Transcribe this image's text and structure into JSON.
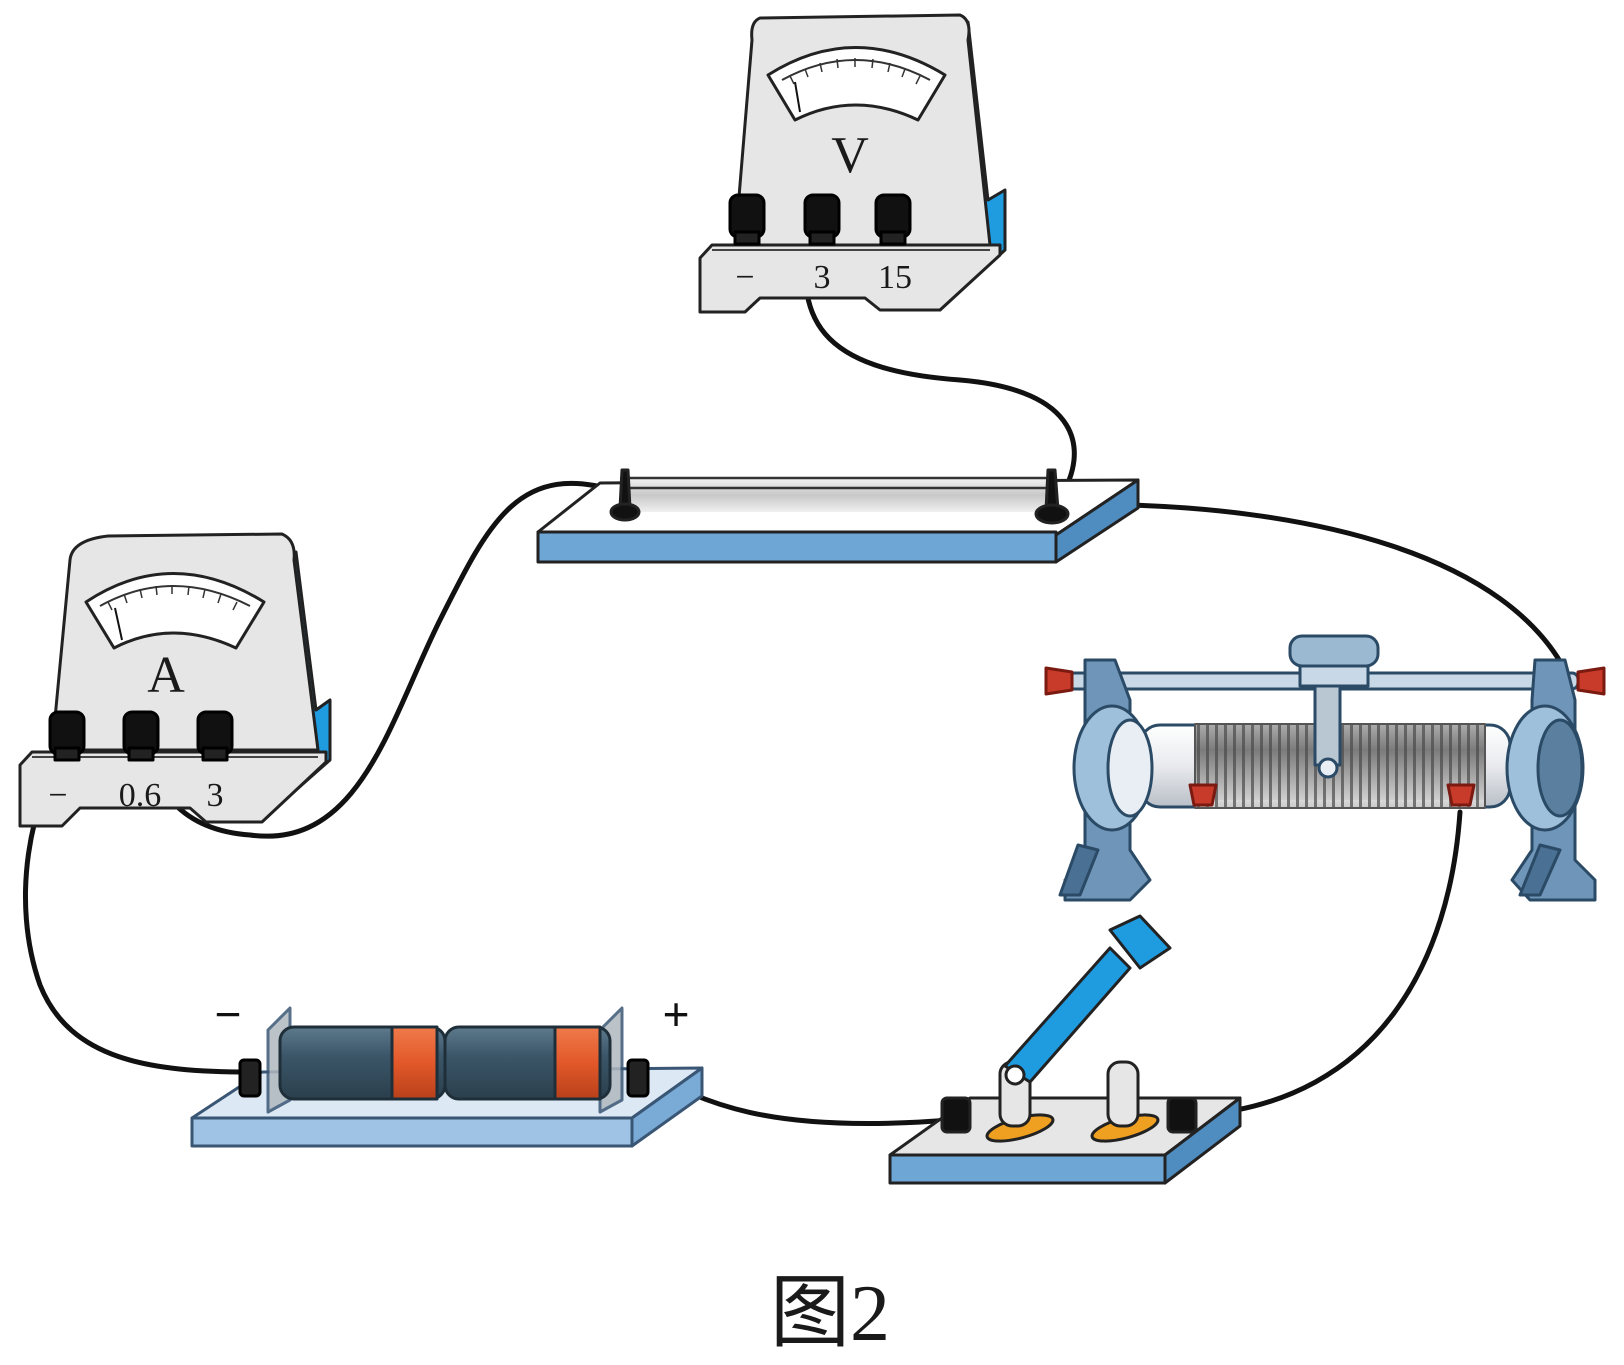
{
  "voltmeter": {
    "symbol": "V",
    "terminals": [
      "−",
      "3",
      "15"
    ]
  },
  "ammeter": {
    "symbol": "A",
    "terminals": [
      "−",
      "0.6",
      "3"
    ]
  },
  "battery": {
    "negative_label": "−",
    "positive_label": "+"
  },
  "caption": "图2",
  "colors": {
    "accent_blue": "#1f9be0",
    "base_blue": "#6ea7d6",
    "meter_body": "#e6e6e6",
    "battery_band": "#e2582a",
    "battery_body": "#3b5668",
    "terminal_red": "#c83a2a",
    "wire": "#111111"
  },
  "icons": [
    "voltmeter-icon",
    "ammeter-icon",
    "resistance-wire-icon",
    "rheostat-icon",
    "battery-icon",
    "switch-icon"
  ]
}
